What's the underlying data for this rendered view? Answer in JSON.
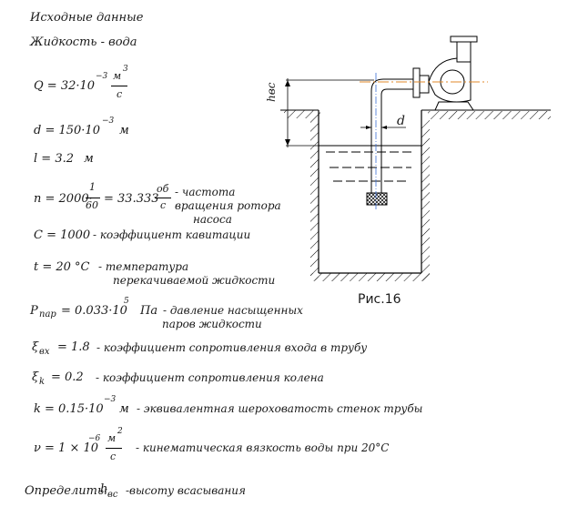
{
  "header": "Исходные данные",
  "liquid": "Жидкость - вода",
  "params": {
    "Q": {
      "lhs": "Q = 32·10",
      "exp": "−3",
      "unit_num": "м",
      "unit_num_exp": "3",
      "unit_den": "с"
    },
    "d": {
      "lhs": "d = 150·10",
      "exp": "−3",
      "unit": "м"
    },
    "l": {
      "lhs": "l = 3.2",
      "unit": "м"
    },
    "n": {
      "lhs": "n = 2000·",
      "frac_num": "1",
      "frac_den": "60",
      "eq": "= 33.333",
      "unit_num": "об",
      "unit_den": "с",
      "desc1": "- частота",
      "desc2": "вращения ротора",
      "desc3": "насоса"
    },
    "C": {
      "text": "C = 1000",
      "desc": "- коэффициент кавитации"
    },
    "t": {
      "text": "t = 20  °C",
      "desc1": "- температура",
      "desc2": "перекачиваемой жидкости"
    },
    "Ppar": {
      "lhs": "P",
      "sub": "пар",
      "eq": "= 0.033·10",
      "exp": "5",
      "unit": "Па",
      "desc1": "- давление насыщенных",
      "desc2": "паров жидкости"
    },
    "xi_vx": {
      "sym": "ξ",
      "sub": "вх",
      "eq": "= 1.8",
      "desc": "- коэффициент сопротивления входа в трубу"
    },
    "xi_k": {
      "sym": "ξ",
      "sub": "k",
      "eq": "= 0.2",
      "desc": "- коэффициент сопротивления колена"
    },
    "k": {
      "lhs": "k = 0.15·10",
      "exp": "−3",
      "unit": "м",
      "desc": "- эквивалентная шероховатость стенок трубы"
    },
    "nu": {
      "lhs": "ν = 1 × 10",
      "exp": "−6",
      "unit_num": "м",
      "unit_num_exp": "2",
      "unit_den": "с",
      "desc": "- кинематическая вязкость воды при 20°C"
    }
  },
  "determine": {
    "label": "Определить:",
    "sym": "h",
    "sub": "вс",
    "desc": "-высоту всасывания"
  },
  "figure": {
    "caption": "Рис.16",
    "label_h": "hвс",
    "label_d": "d"
  }
}
